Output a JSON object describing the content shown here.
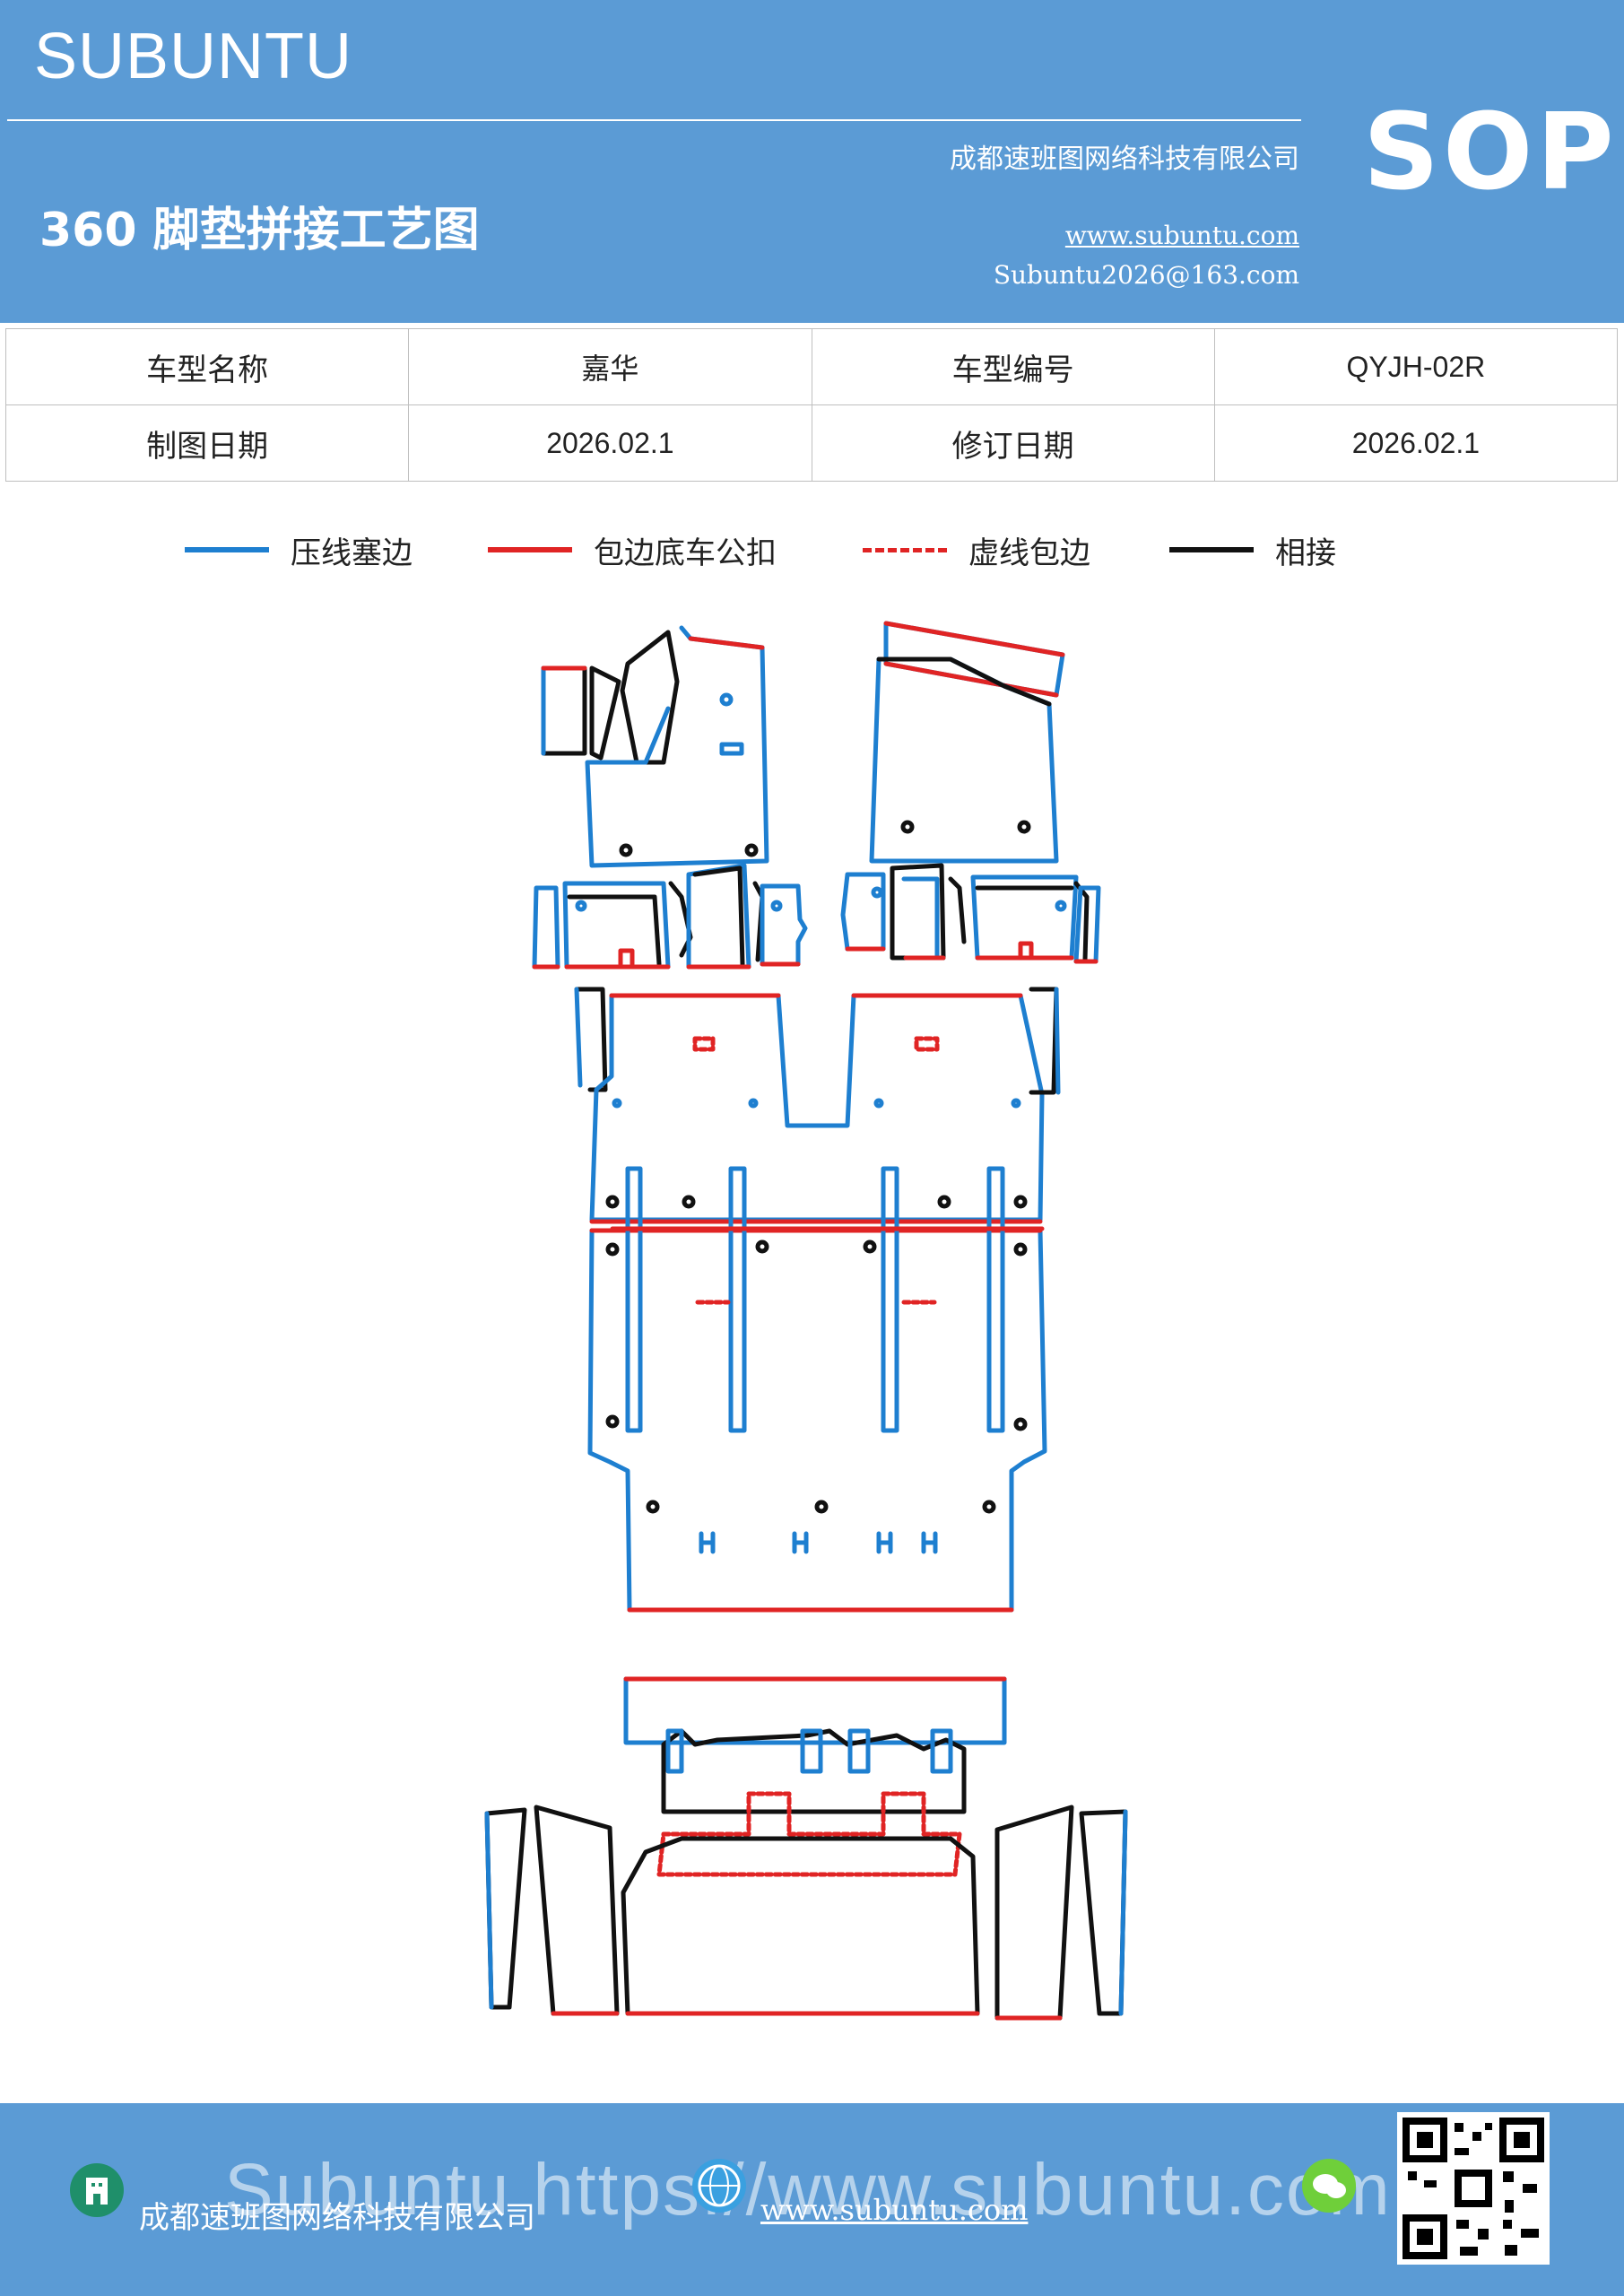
{
  "header": {
    "brand": "SUBUNTU",
    "company": "成都速班图网络科技有限公司",
    "doc_title": "360 脚垫拼接工艺图",
    "website": "www.subuntu.com",
    "email": "Subuntu2026@163.com",
    "badge": "SOP"
  },
  "info": {
    "row1": {
      "label_a": "车型名称",
      "value_a": "嘉华",
      "label_b": "车型编号",
      "value_b": "QYJH-02R"
    },
    "row2": {
      "label_a": "制图日期",
      "value_a": "2026.02.1",
      "label_b": "修订日期",
      "value_b": "2026.02.1"
    }
  },
  "legend": [
    {
      "label": "压线塞边",
      "color": "#1e7fd0",
      "style": "solid"
    },
    {
      "label": "包边底车公扣",
      "color": "#e02424",
      "style": "solid"
    },
    {
      "label": "虚线包边",
      "color": "#e02424",
      "style": "dashed"
    },
    {
      "label": "相接",
      "color": "#111111",
      "style": "solid"
    }
  ],
  "colors": {
    "header_bg": "#5b9bd5",
    "blue_line": "#1e7fd0",
    "red_line": "#e02424",
    "black_line": "#111111"
  },
  "footer": {
    "watermark": "Subuntu https://www.subuntu.com",
    "company": "成都速班图网络科技有限公司",
    "website": "www.subuntu.com",
    "icons": [
      "building-icon",
      "globe-icon",
      "wechat-icon"
    ],
    "qr": "qr-code"
  }
}
